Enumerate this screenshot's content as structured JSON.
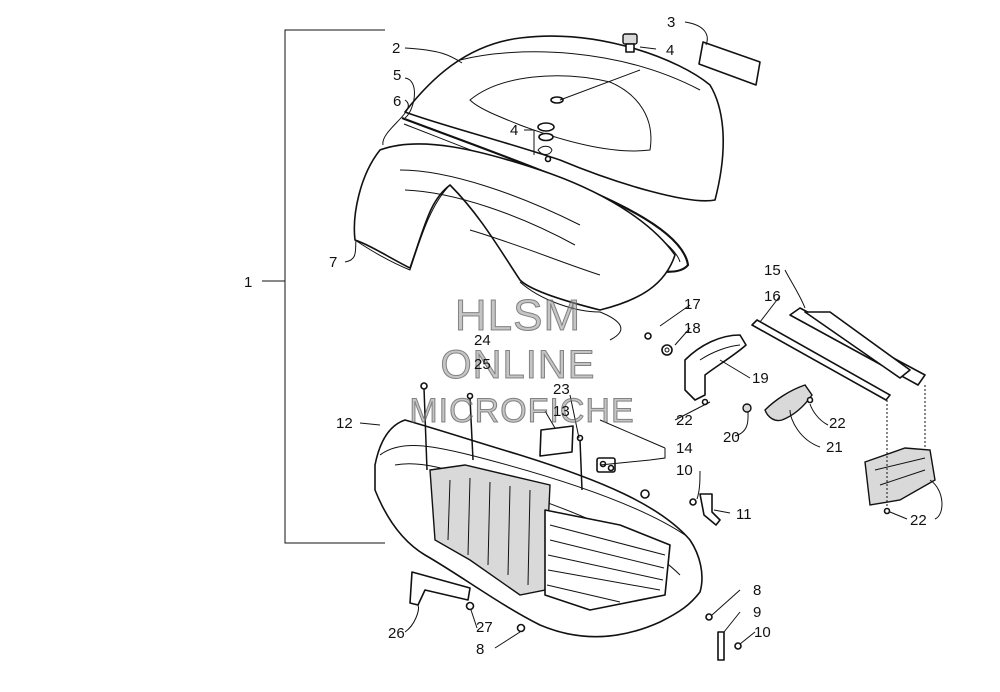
{
  "watermark": {
    "line1": "HLSM",
    "line2": "ONLINE",
    "line3": "MICROFICHE"
  },
  "callouts": {
    "c1": "1",
    "c2": "2",
    "c3": "3",
    "c4a": "4",
    "c4b": "4",
    "c5": "5",
    "c6": "6",
    "c7": "7",
    "c8a": "8",
    "c8b": "8",
    "c9": "9",
    "c10a": "10",
    "c10b": "10",
    "c11": "11",
    "c12": "12",
    "c13": "13",
    "c14": "14",
    "c15": "15",
    "c16": "16",
    "c17": "17",
    "c18": "18",
    "c19": "19",
    "c20": "20",
    "c21": "21",
    "c22a": "22",
    "c22b": "22",
    "c22c": "22",
    "c23": "23",
    "c24": "24",
    "c25": "25",
    "c26": "26",
    "c27": "27"
  }
}
